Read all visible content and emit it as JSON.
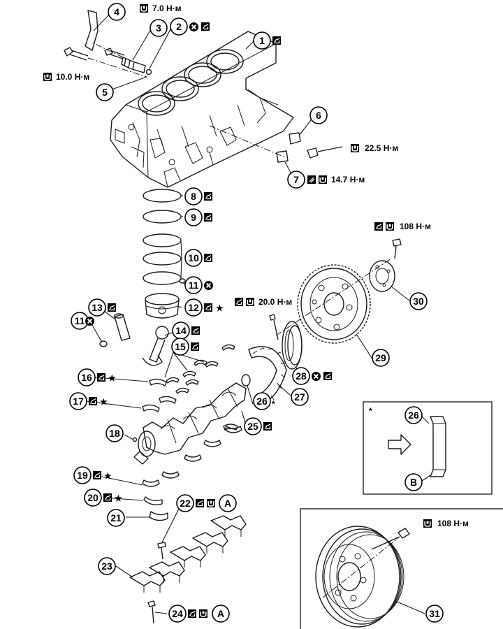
{
  "callouts": [
    "1",
    "2",
    "3",
    "4",
    "5",
    "6",
    "7",
    "8",
    "9",
    "10",
    "11",
    "11",
    "12",
    "13",
    "14",
    "15",
    "16",
    "17",
    "18",
    "19",
    "20",
    "21",
    "22",
    "23",
    "24",
    "25",
    "26",
    "27",
    "28",
    "29",
    "30",
    "31",
    "26"
  ],
  "refs": {
    "a1": "A",
    "a2": "A",
    "b": "B"
  },
  "torques": {
    "t7": "7.0 Н·м",
    "t10": "10.0 Н·м",
    "t22_5": "22.5 Н·м",
    "t14_7": "14.7 Н·м",
    "t108a": "108 Н·м",
    "t20": "20.0 Н·м",
    "t108b": "108 Н·м"
  },
  "star": "★",
  "asterisk": "*",
  "icons": {
    "torque": "torque-wrench-icon",
    "replace": "do-not-reuse-icon",
    "lube": "oil-can-icon",
    "sealant": "sealant-icon"
  }
}
